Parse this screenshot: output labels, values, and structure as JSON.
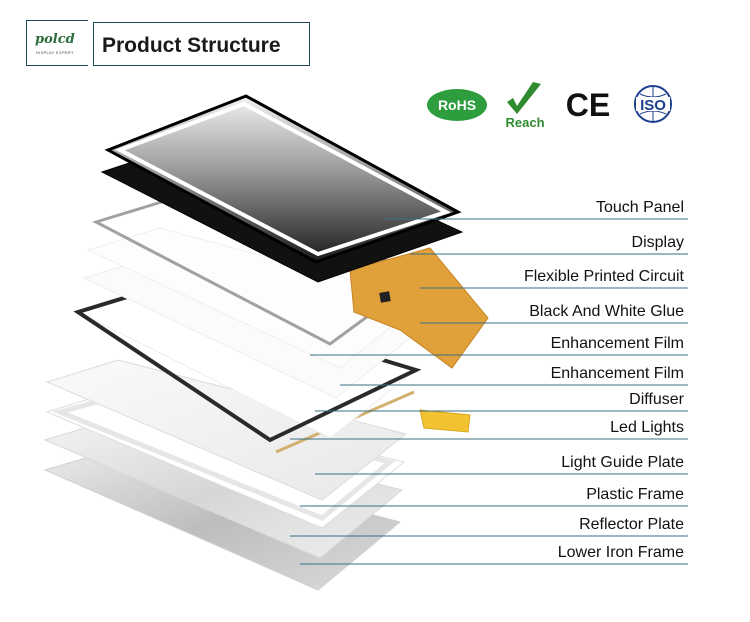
{
  "header": {
    "logo_text": "polcd",
    "logo_subtext": "DISPLAY EXPERT",
    "title": "Product Structure"
  },
  "certifications": [
    {
      "name": "rohs-badge",
      "label": "RoHS",
      "color": "#2e9d3d"
    },
    {
      "name": "reach-badge",
      "label": "Reach",
      "color": "#2e8b2e"
    },
    {
      "name": "ce-mark",
      "label": "CE"
    },
    {
      "name": "iso-badge",
      "label": "ISO",
      "color": "#1d3f8f"
    }
  ],
  "layers": [
    "Touch Panel",
    "Display",
    "Flexible Printed Circuit",
    "Black And White Glue",
    "Enhancement Film",
    "Enhancement Film",
    "Diffuser",
    "Led Lights",
    "Light Guide Plate",
    "Plastic Frame",
    "Reflector Plate",
    "Lower Iron Frame"
  ],
  "colors": {
    "leader_line": "#3a6f86",
    "frame_border": "#1f4b5a",
    "fpc": "#e0a03a"
  }
}
